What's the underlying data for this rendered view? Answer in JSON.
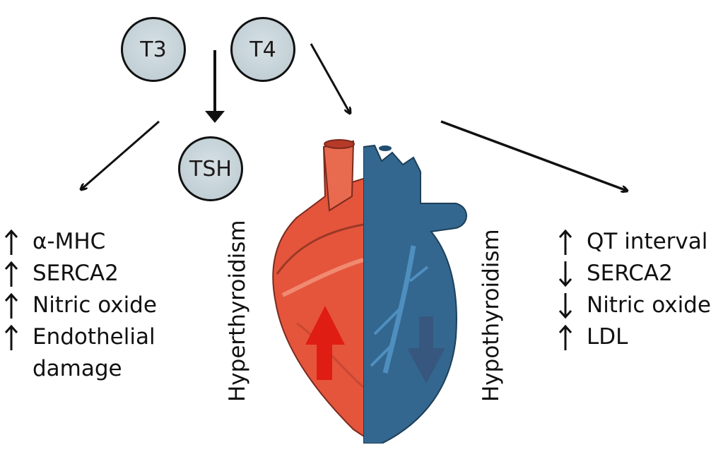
{
  "nodes": {
    "t3": "T3",
    "t4": "T4",
    "tsh": "TSH"
  },
  "labels": {
    "hyperthyroidism": "Hyperthyroidism",
    "hypothyroidism": "Hypothyroidism"
  },
  "hyperthyroidism_effects": [
    {
      "direction": "up",
      "text": "α-MHC"
    },
    {
      "direction": "up",
      "text": "SERCA2"
    },
    {
      "direction": "up",
      "text": "Nitric oxide"
    },
    {
      "direction": "up",
      "text": "Endothelial",
      "text2": "damage"
    }
  ],
  "hypothyroidism_effects": [
    {
      "direction": "up",
      "text": "QT interval"
    },
    {
      "direction": "down",
      "text": "SERCA2"
    },
    {
      "direction": "down",
      "text": "Nitric oxide"
    },
    {
      "direction": "up",
      "text": "LDL"
    }
  ],
  "colors": {
    "hyper_red": "#e4553c",
    "hypo_blue": "#33678f",
    "node_fill": "#c7d4d9"
  }
}
